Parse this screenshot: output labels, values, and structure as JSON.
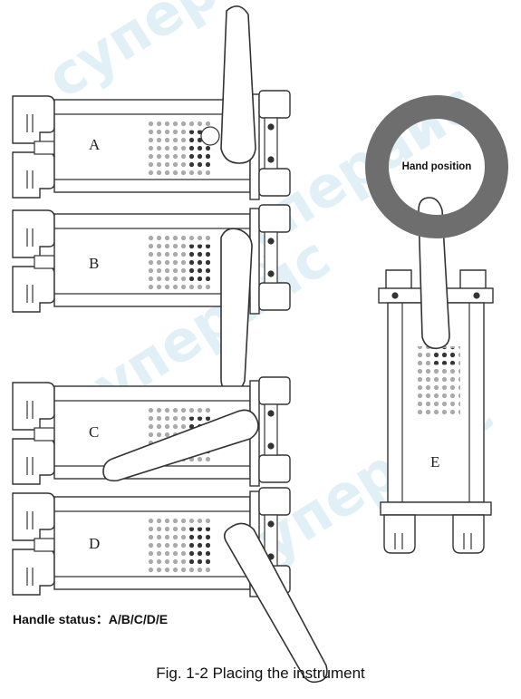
{
  "figure": {
    "units": [
      "A",
      "B",
      "C",
      "D",
      "E"
    ],
    "hand_position_label": "Hand position",
    "handle_status_label": "Handle status：A/B/C/D/E",
    "caption": "Fig. 1-2 Placing the instrument",
    "watermark_text": "суперайс",
    "colors": {
      "stroke": "#333333",
      "ring": "#6e6e6e",
      "vent_dot": "#aaaaaa",
      "vent_dark": "#222222",
      "watermark": "#c9e4ef"
    }
  }
}
